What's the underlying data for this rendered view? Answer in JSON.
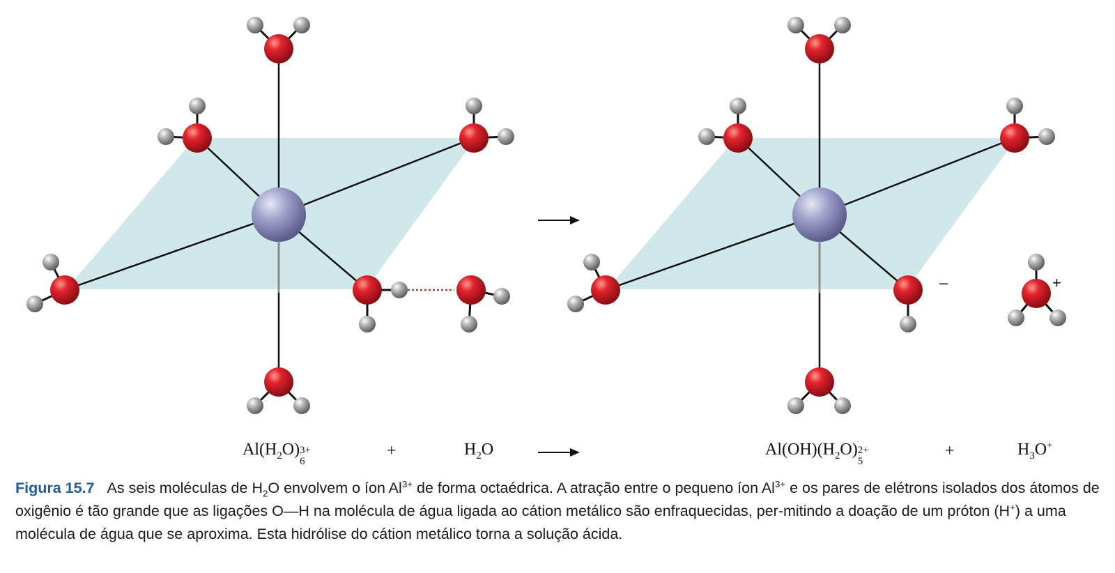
{
  "diagram": {
    "reactant_complex_label": {
      "prefix": "Al(H",
      "sub1": "2",
      "mid": "O)",
      "sub2": "6",
      "sup": "3+"
    },
    "plus_1": "+",
    "water_label": {
      "prefix": "H",
      "sub": "2",
      "suffix": "O"
    },
    "product_complex_label": {
      "prefix": "Al(OH)(H",
      "sub1": "2",
      "mid": "O)",
      "sub2": "5",
      "sup": "2+"
    },
    "plus_2": "+",
    "hydronium_label": {
      "prefix": "H",
      "sub": "3",
      "suffix": "O",
      "sup": "+"
    },
    "hydroxide_charge": "–",
    "hydronium_charge": "+",
    "colors": {
      "plane": "#cfe7ea",
      "oxygen": "#d81e2a",
      "hydrogen": "#a9a9a9",
      "aluminum": "#9a9bc6",
      "bond": "#111111",
      "hbond": "#c0392b"
    }
  },
  "caption": {
    "title": "Figura 15.7",
    "t1": "As seis moléculas de H",
    "t1_sub": "2",
    "t2": "O envolvem o íon Al",
    "t2_sup": "3+",
    "t3": " de forma octaédrica. A atração entre o pequeno íon Al",
    "t3_sup": "3+",
    "t4": " e os pares de elétrons isolados dos átomos de oxigênio é tão grande que as ligações O—H na molécula de água ligada ao cátion metálico são enfraquecidas, per-mitindo a doação de um próton (H",
    "t4_sup": "+",
    "t5": ") a uma molécula de água que se aproxima. Esta hidrólise do cátion metálico torna a solução ácida."
  }
}
